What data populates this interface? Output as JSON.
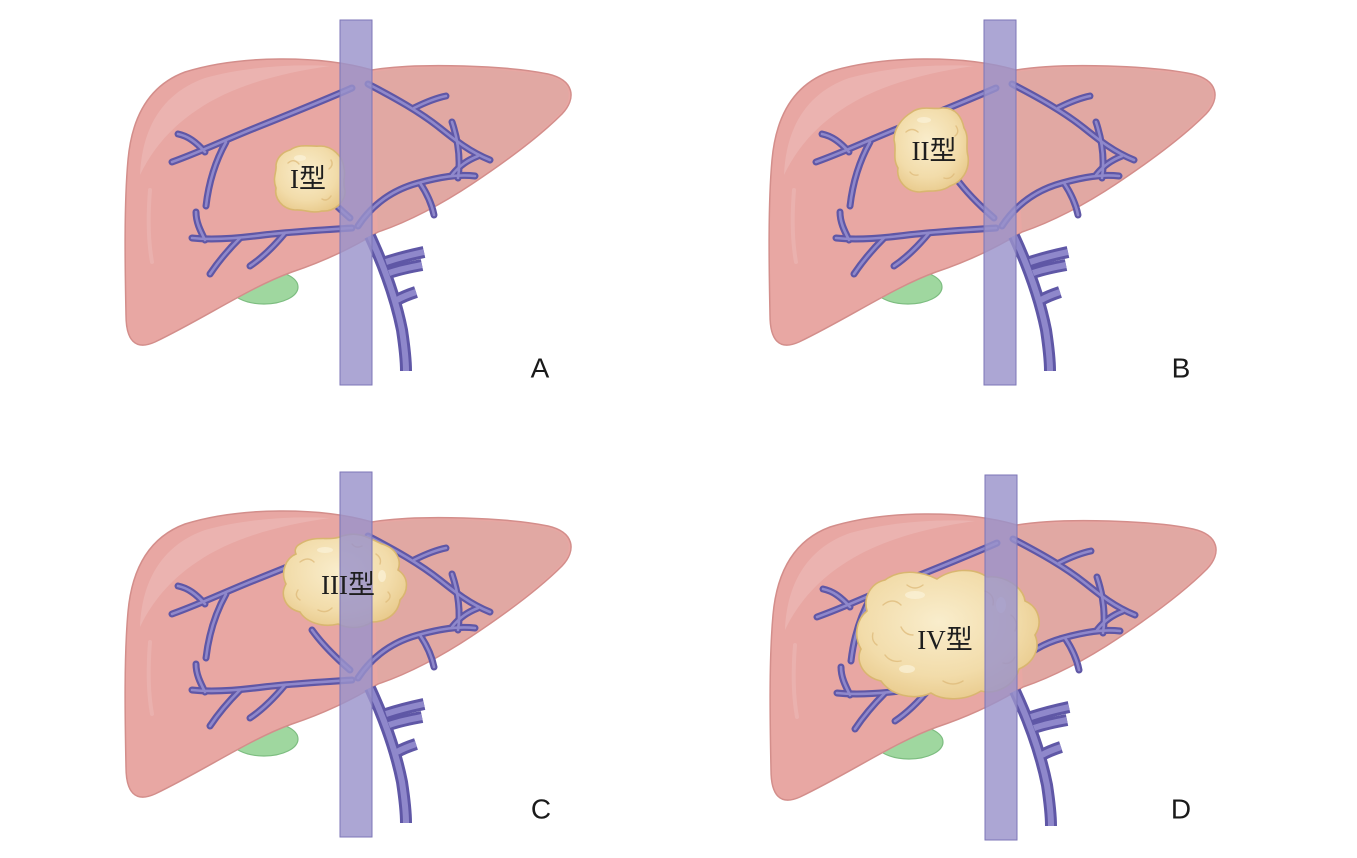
{
  "panels": [
    {
      "label": "A",
      "tumor_label": "I型"
    },
    {
      "label": "B",
      "tumor_label": "II型"
    },
    {
      "label": "C",
      "tumor_label": "III型"
    },
    {
      "label": "D",
      "tumor_label": "IV型"
    }
  ],
  "colors": {
    "liver": "#e8a7a3",
    "liver_outline": "#d38e8b",
    "liver_right_lobe": "#dca8a4",
    "vein_dark": "#5f57a6",
    "vein_light": "#8f88cb",
    "vena_cava": "#9a93cb",
    "vena_cava_outline": "#7d76b7",
    "tumor": "#f2dcaa",
    "tumor_outline": "#d9b670",
    "gallbladder": "#9fd79f",
    "gallbladder_outline": "#7dbd80"
  }
}
